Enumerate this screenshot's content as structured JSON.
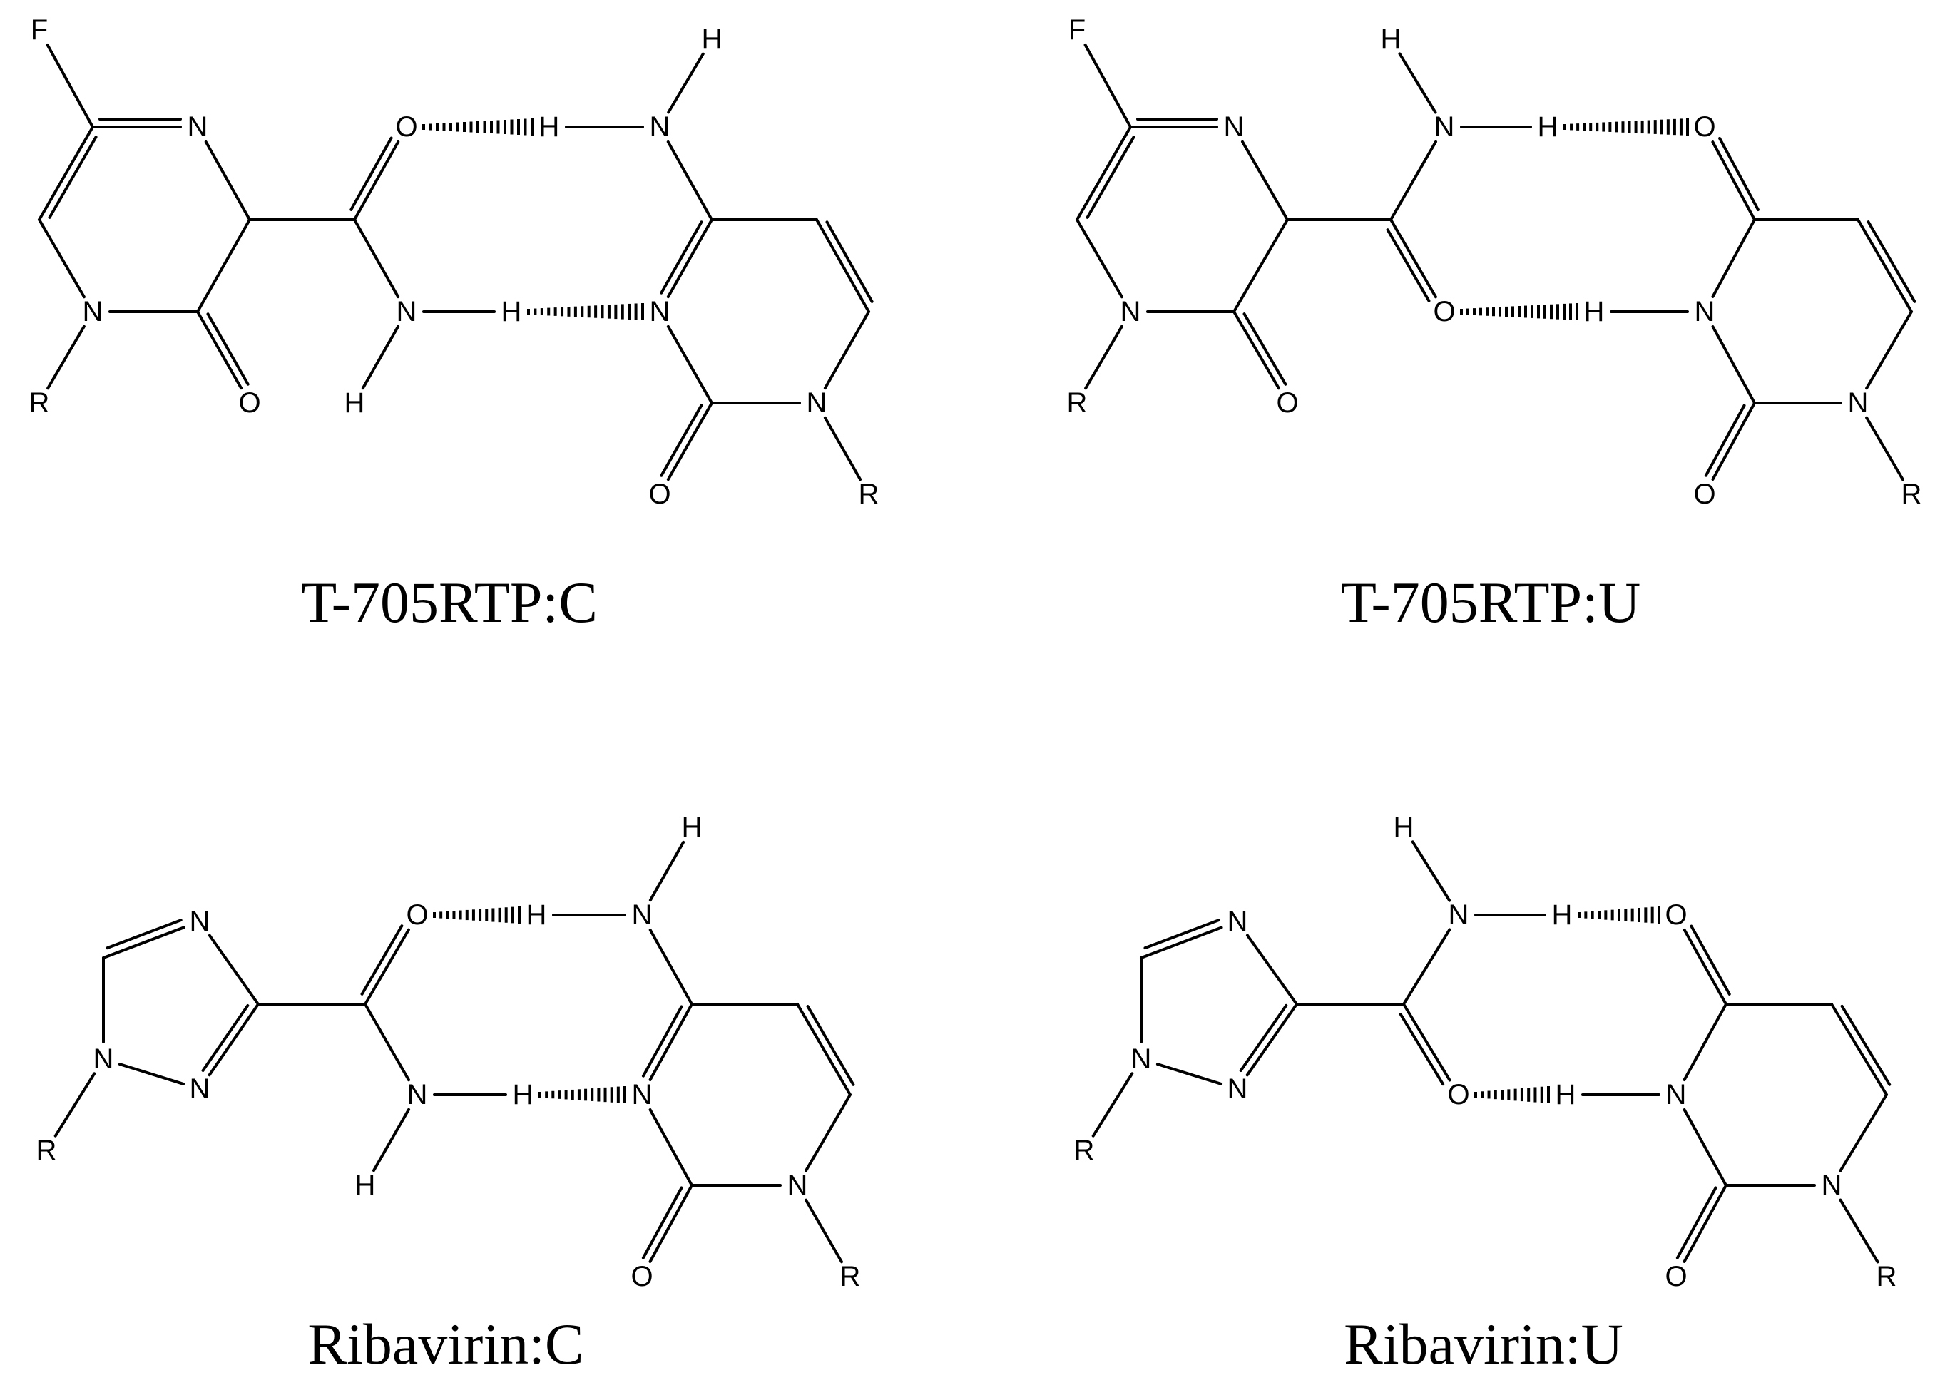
{
  "figure": {
    "atoms": {
      "F": "F",
      "N": "N",
      "O": "O",
      "H": "H",
      "R": "R"
    },
    "captions": [
      "T-705RTP:C",
      "T-705RTP:U",
      "Ribavirin:C",
      "Ribavirin:U"
    ],
    "panels": [
      {
        "id": "t705-c",
        "ligand": "T-705RTP",
        "base": "C"
      },
      {
        "id": "t705-u",
        "ligand": "T-705RTP",
        "base": "U"
      },
      {
        "id": "ribavirin-c",
        "ligand": "Ribavirin",
        "base": "C"
      },
      {
        "id": "ribavirin-u",
        "ligand": "Ribavirin",
        "base": "U"
      }
    ]
  }
}
